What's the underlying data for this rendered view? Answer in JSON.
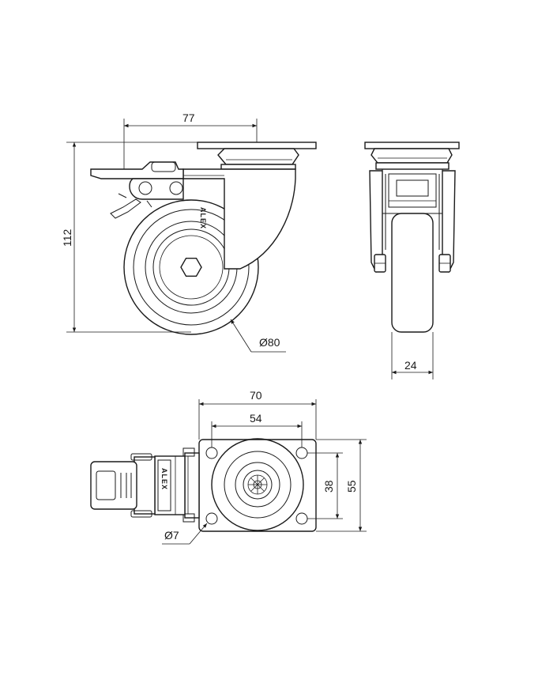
{
  "dimensions": {
    "top_width": "77",
    "height": "112",
    "wheel_diameter": "Ø80",
    "wheel_width": "24",
    "plate_width": "70",
    "hole_spacing_x": "54",
    "hole_spacing_y": "38",
    "plate_depth": "55",
    "hole_diameter": "Ø7"
  },
  "brand": {
    "side_label": "ALEX",
    "top_label": "ALEX"
  },
  "colors": {
    "line": "#1a1a1a",
    "background": "#ffffff"
  }
}
